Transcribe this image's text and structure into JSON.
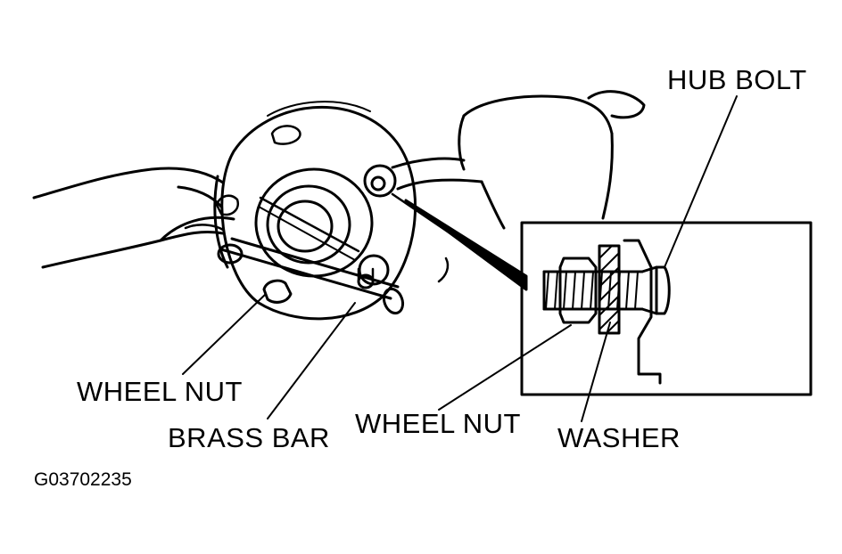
{
  "labels": {
    "hub_bolt": "HUB BOLT",
    "wheel_nut_left": "WHEEL NUT",
    "brass_bar": "BRASS BAR",
    "wheel_nut_inset": "WHEEL NUT",
    "washer": "WASHER"
  },
  "figure_code": "G03702235"
}
